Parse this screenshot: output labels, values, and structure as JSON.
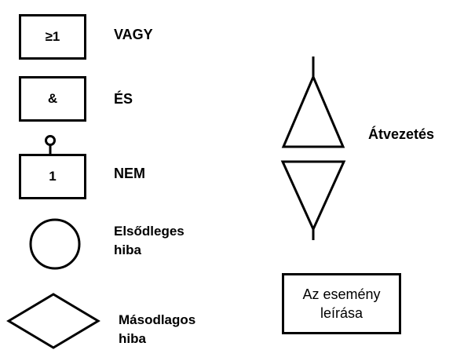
{
  "legend": {
    "or_gate": {
      "symbol": "≥1",
      "label": "VAGY"
    },
    "and_gate": {
      "symbol": "&",
      "label": "ÉS"
    },
    "not_gate": {
      "symbol": "1",
      "label": "NEM"
    },
    "primary_event": {
      "label_line1": "Elsődleges",
      "label_line2": "hiba"
    },
    "secondary_event": {
      "label_line1": "Másodlagos",
      "label_line2": "hiba"
    },
    "transfer": {
      "label": "Átvezetés"
    },
    "event_description": {
      "line1": "Az esemény",
      "line2": "leírása"
    }
  }
}
